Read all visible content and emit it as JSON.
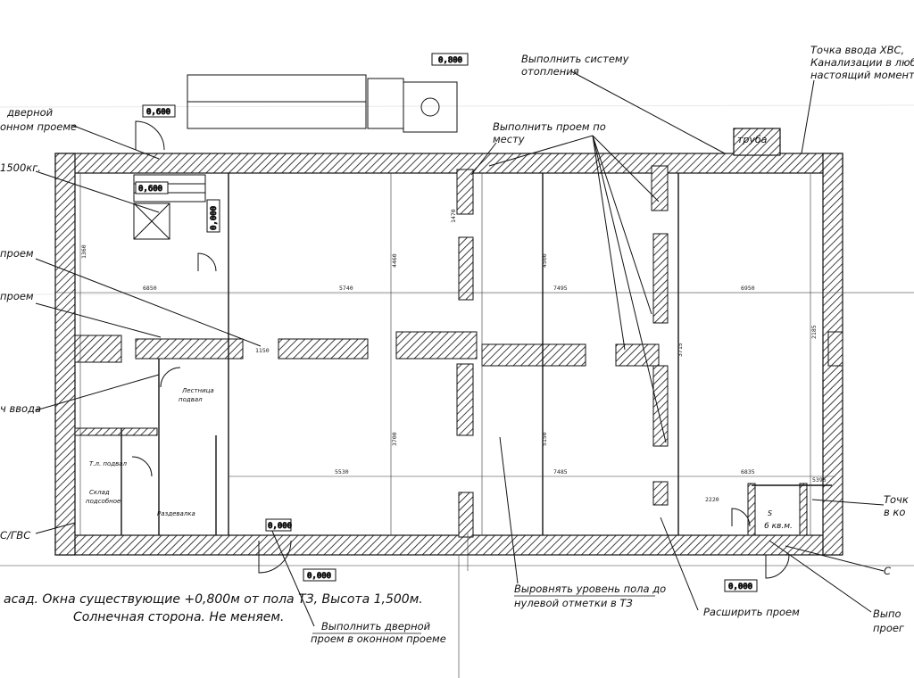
{
  "annotations": {
    "water_entry": [
      "Точка ввода ХВС,",
      "Канализации в любо",
      "настоящий момента в"
    ],
    "heating": [
      "Выполнить систему",
      "отопления"
    ],
    "opening_on_site": [
      "Выполнить проем по",
      "месту"
    ],
    "door_left_top": [
      "дверной",
      "онном проеме"
    ],
    "weight_left": "1500кг.",
    "opening_left_1": "проем",
    "opening_left_2": "проем",
    "entry_left": "ч ввода",
    "gvs_left": "С/ГВС",
    "facade_note": [
      "асад. Окна существующие +0,800м от пола ТЗ, Высота 1,500м.",
      "Солнечная сторона. Не меняем."
    ],
    "door_bottom": [
      "Выполнить дверной",
      "проем в оконном проеме"
    ],
    "floor_level": [
      "Выровнять уровень пола до",
      "нулевой отметки в ТЗ"
    ],
    "widen_opening": "Расширить проем",
    "right_point": [
      "Точк",
      "в ко"
    ],
    "right_c": "С",
    "right_bottom": [
      "Выпо",
      "проег"
    ],
    "chimney": "труба",
    "room_area": [
      "S",
      "6 кв.м."
    ],
    "stair_room": [
      "Лестница",
      "подвал"
    ],
    "room_small_1": "Т.л. подвал",
    "room_small_2": [
      "Склад",
      "подсобное"
    ],
    "room_small_3": "Раздевалка"
  },
  "elevations": [
    "0,800",
    "0,600",
    "0,600",
    "0,000",
    "0,000",
    "0,000",
    "0,000"
  ],
  "dimensions": [
    "6850",
    "5740",
    "7495",
    "6950",
    "5530",
    "7485",
    "6835",
    "1360",
    "4460",
    "4500",
    "3700",
    "5150",
    "2185",
    "1470",
    "3715",
    "5395",
    "1150",
    "2220"
  ]
}
